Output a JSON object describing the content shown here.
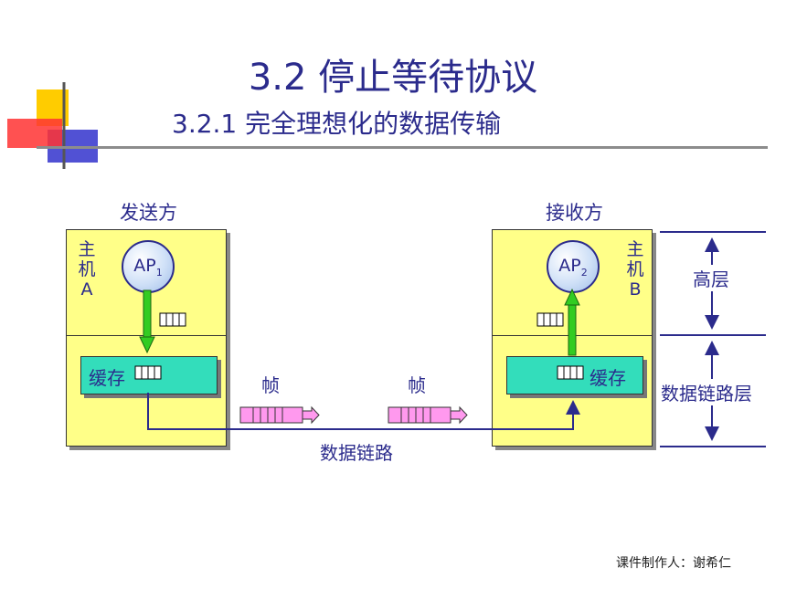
{
  "title": "3.2   停止等待协议",
  "subtitle": "3.2.1 完全理想化的数据传输",
  "sender": {
    "heading": "发送方",
    "host_char1": "主",
    "host_char2": "机",
    "host_char3": "A",
    "ap_main": "AP",
    "ap_sub": "1",
    "buffer_label": "缓存"
  },
  "receiver": {
    "heading": "接收方",
    "host_char1": "主",
    "host_char2": "机",
    "host_char3": "B",
    "ap_main": "AP",
    "ap_sub": "2",
    "buffer_label": "缓存"
  },
  "frame_label_left": "帧",
  "frame_label_right": "帧",
  "link_label": "数据链路",
  "layer_upper": "高层",
  "layer_datalink": "数据链路层",
  "footer": "课件制作人：谢希仁",
  "colors": {
    "host_fill": "#ffff88",
    "buffer_fill": "#33ddbb",
    "arrow_green": "#33cc22",
    "frame_pink": "#ff99ee",
    "text_blue": "#2b2b8c"
  }
}
